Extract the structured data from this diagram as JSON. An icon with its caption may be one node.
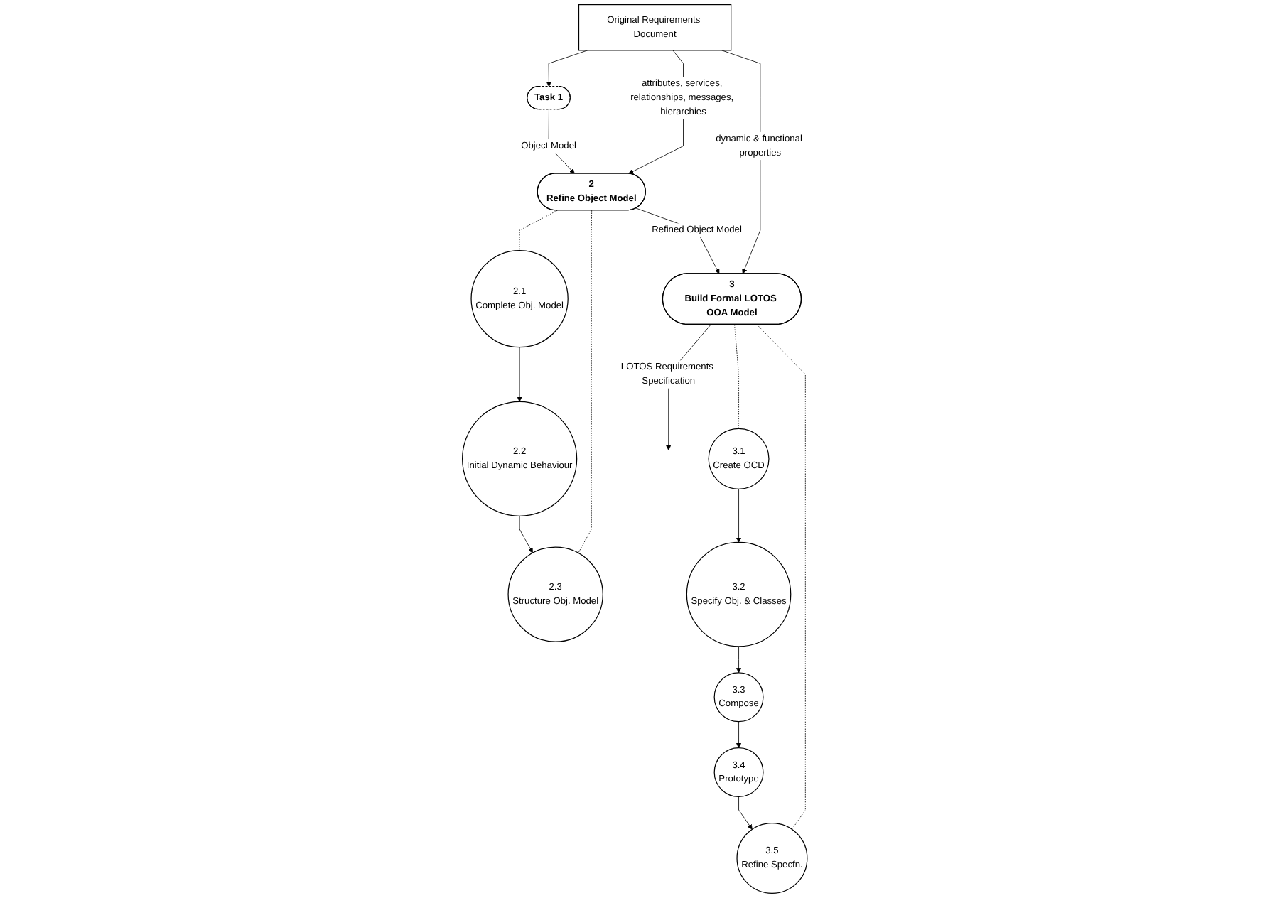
{
  "diagram": {
    "nodes": [
      {
        "text": [
          "Original Requirements Document"
        ]
      },
      {
        "text": [
          "Task 1"
        ]
      },
      {
        "text": [
          "2",
          "Refine Object Model"
        ]
      },
      {
        "text": [
          "3",
          "Build Formal LOTOS OOA Model"
        ]
      },
      {
        "text": [
          "2.1",
          "Complete Obj. Model"
        ]
      },
      {
        "text": [
          "2.2",
          "Initial Dynamic Behaviour"
        ]
      },
      {
        "text": [
          "2.3",
          "Structure Obj. Model"
        ]
      },
      {
        "text": [
          "3.1",
          "Create OCD"
        ]
      },
      {
        "text": [
          "3.2",
          "Specify Obj. & Classes"
        ]
      },
      {
        "text": [
          "3.3",
          "Compose"
        ]
      },
      {
        "text": [
          "3.4",
          "Prototype"
        ]
      },
      {
        "text": [
          "3.5",
          "Refine Specfn."
        ]
      }
    ],
    "edges": [
      {
        "from": 0,
        "to": 1,
        "arrow": "to"
      },
      {
        "from": 0,
        "to": 2,
        "arrow": "to",
        "label": "attributes, services, relationships, messages, hierarchies"
      },
      {
        "from": 0,
        "to": 3,
        "arrow": "to",
        "label": "dynamic & functional properties"
      },
      {
        "from": 1,
        "to": 2,
        "arrow": "to",
        "label": "Object Model"
      },
      {
        "from": 2,
        "to": 3,
        "arrow": "to",
        "label": "Refined Object Model"
      },
      {
        "from": 3,
        "to": null,
        "arrow": "to",
        "label": "LOTOS Requirements Specification"
      },
      {
        "from": 2,
        "to": 4,
        "arrow": "none",
        "style": "dashed"
      },
      {
        "from": 2,
        "to": 6,
        "arrow": "none",
        "style": "dashed"
      },
      {
        "from": 3,
        "to": 7,
        "arrow": "none",
        "style": "dashed"
      },
      {
        "from": 3,
        "to": 11,
        "arrow": "none",
        "style": "dashed"
      },
      {
        "from": 4,
        "to": 5,
        "arrow": "to"
      },
      {
        "from": 5,
        "to": 6,
        "arrow": "to"
      },
      {
        "from": 7,
        "to": 8,
        "arrow": "to"
      },
      {
        "from": 8,
        "to": 9,
        "arrow": "to"
      },
      {
        "from": 9,
        "to": 10,
        "arrow": "to"
      },
      {
        "from": 10,
        "to": 11,
        "arrow": "to"
      }
    ]
  }
}
